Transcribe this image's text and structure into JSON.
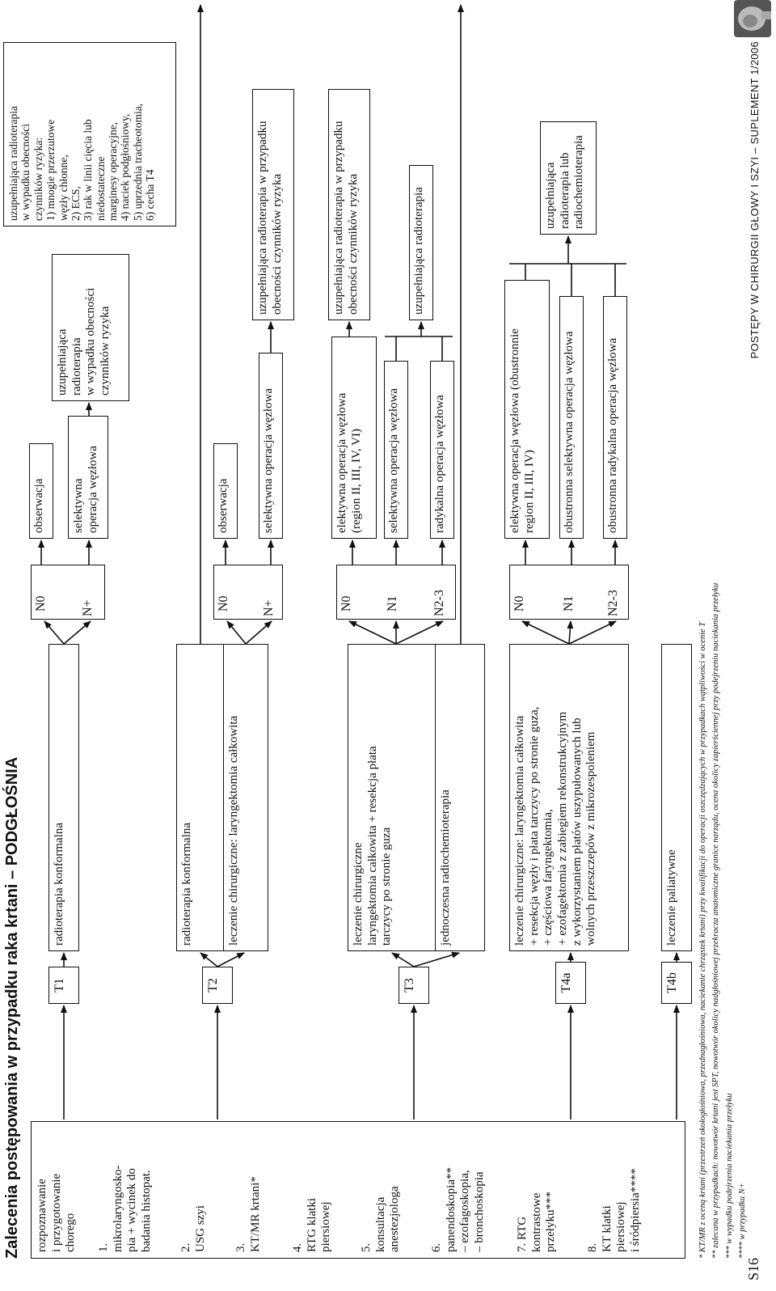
{
  "title": "Zalecenia postępowania w przypadku raka krtani – PODGŁOŚNIA",
  "diagnostics": [
    "rozpoznawanie\ni przygotowanie\nchorego",
    "1.\nmikrolaryngosko-\npia + wycinek do\nbadania histopat.",
    "2.\nUSG szyi",
    "3.\nKT/MR krtani*",
    "4.\nRTG klatki\npiersiowej",
    "5.\nkonsultacja\nanestezjologa",
    "6.\npanendoskopia**\n– ezofagoskopia,\n– bronchoskopia",
    "7. RTG\nkontrastowe\nprzełyku***",
    "8.\nKT klatki\npiersiowej\ni śródpiersia****"
  ],
  "stages": [
    "T1",
    "T2",
    "T3",
    "T4a",
    "T4b"
  ],
  "treatments": {
    "t1": "radioterapia konformalna",
    "t2_radio": "radioterapia konformalna",
    "t2_surgery": "leczenie chirurgiczne: laryngektomia całkowita",
    "t3_surgery": "leczenie chirurgiczne\nlaryngektomia całkowita + resekcja płata\ntarczycy po stronie guza",
    "t3_chemo": "jednoczesna radiochemioterapia",
    "t4a": "leczenie chirurgiczne: laryngektomia całkowita\n+ resekcja węzły i płata tarczycy po stronie guza,\n+ częściowa faryngektomia,\n+ ezofagektomia z zabiegiem rekonstrukcyjnym\nz wykorzystaniem płatów uszypułowanych lub\nwolnych przeszczepów z mikrozespoleniem",
    "t4b": "leczenie paliatywne"
  },
  "n_labels": {
    "t1": [
      "N0",
      "N+"
    ],
    "t2": [
      "N0",
      "N+"
    ],
    "t3": [
      "N0",
      "N1",
      "N2-3"
    ],
    "t4a": [
      "N0",
      "N1",
      "N2-3"
    ]
  },
  "node_ops": {
    "t1_n0": "obserwacja",
    "t1_np": "selektywna\noperacja węzłowa",
    "t2_n0": "obserwacja",
    "t2_np": "selektywna operacja węzłowa",
    "t3_n0": "elektywna operacja węzłowa\n(region II, III, IV, VI)",
    "t3_n1": "selektywna operacja węzłowa",
    "t3_n23": "radykalna operacja węzłowa",
    "t4a_n0": "elektywna operacja węzłowa (obustronnie\nregion II, III, IV)",
    "t4a_n1": "obustronna selektywna operacja węzłowa",
    "t4a_n23": "obustronna radykalna operacja węzłowa"
  },
  "adjuvant": {
    "t1_np": "uzupełniająca\nradioterapia\nw wypadku obecności\nczynników ryzyka",
    "t1_risk": "uzupełniająca radioterapia\nw wypadku obecności\nczynników ryzyka:\n1) mnogie przerzutowe\n    węzły chłonne,\n2) ECS,\n3) rak w linii cięcia lub\n    niedostateczne\n    marginesy operacyjne,\n4) naciek podgłośniowy,\n5) uprzednia tracheotomia,\n6) cecha T4",
    "t2_np": "uzupełniająca radioterapia w przypadku\nobecności czynników ryzyka",
    "t3_n0": "uzupełniająca radioterapia w przypadku\nobecności czynników ryzyka",
    "t3_n123": "uzupełniająca radioterapia",
    "t4a": "uzupełniająca\nradioterapia lub\nradiochemioterapia"
  },
  "footnotes": [
    "* KT/MR z oceną krtani (przestrzeń okołogłośniowa, przednagłośniowa, naciekanie chrząstek krtani) przy kwalifikacji do operacji oszczędzających w przypadkach wątpliwości w ocenie T",
    "** zalecana w przypadkach: nowotwór krtani jest SPT, nowotwór okolicy nadgłośniowej przekracza anatomiczne granice narządu, ocena okolicy zapierściennej przy podejrzeniu naciekania przełyku",
    "*** w wypadku podejrzenia naciekania przełyku",
    "**** w przypadku N+"
  ],
  "footer": {
    "page": "S16",
    "journal": "POSTĘPY W CHIRURGII GŁOWY I SZYI – SUPLEMENT 1/2006"
  }
}
